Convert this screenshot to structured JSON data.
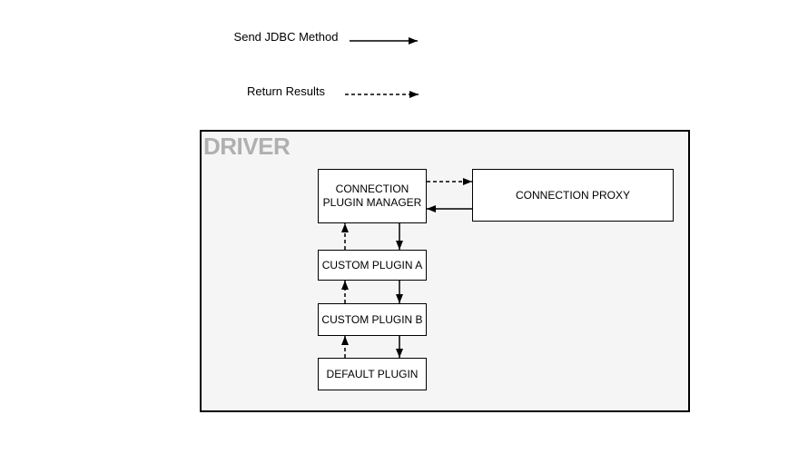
{
  "colors": {
    "canvas_bg": "#ffffff",
    "driver_bg": "#f5f5f5",
    "driver_label_color": "#b0b0b0",
    "node_bg": "#ffffff",
    "stroke": "#000000"
  },
  "legend": {
    "send_label": "Send JDBC Method",
    "return_label": "Return Results",
    "send_line_style": "solid",
    "return_line_style": "dashed"
  },
  "driver": {
    "label": "DRIVER"
  },
  "nodes": {
    "connection_plugin_manager": "CONNECTION\nPLUGIN MANAGER",
    "connection_proxy": "CONNECTION PROXY",
    "custom_plugin_a": "CUSTOM PLUGIN A",
    "custom_plugin_b": "CUSTOM PLUGIN B",
    "default_plugin": "DEFAULT PLUGIN"
  }
}
